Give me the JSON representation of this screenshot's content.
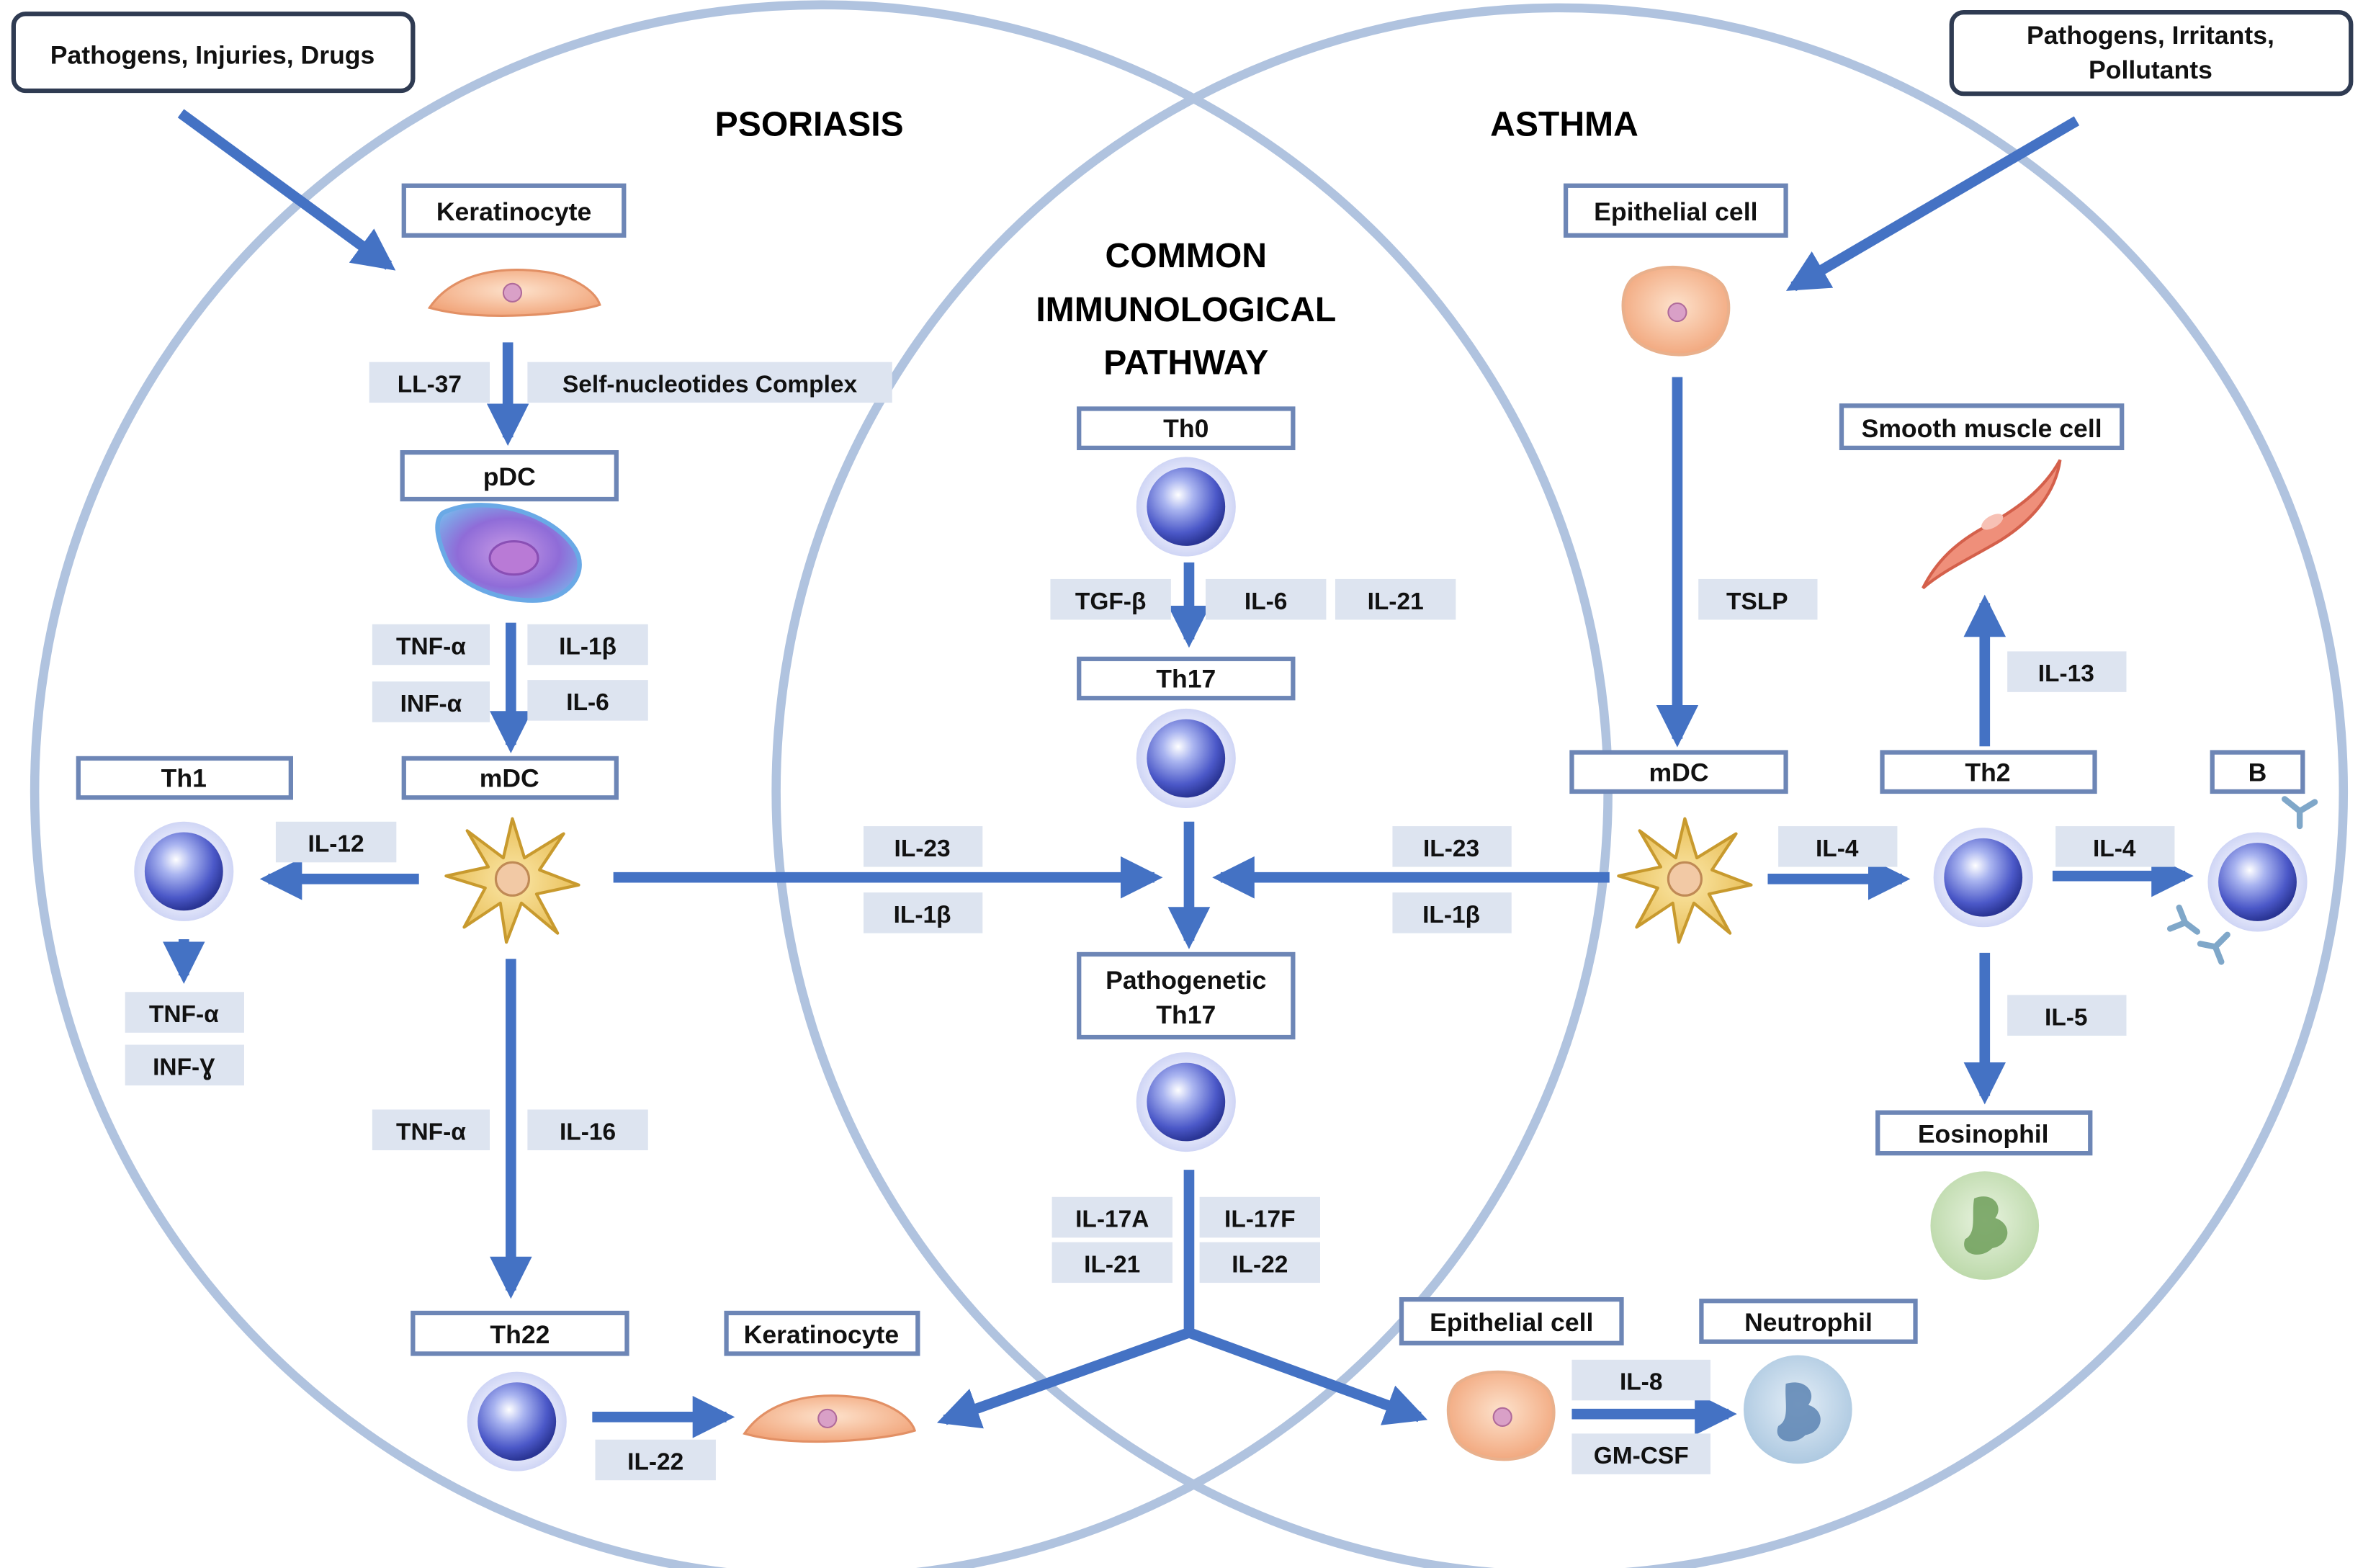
{
  "sources": {
    "left": "Pathogens, Injuries, Drugs",
    "right_line1": "Pathogens, Irritants,",
    "right_line2": "Pollutants"
  },
  "titles": {
    "psoriasis": "PSORIASIS",
    "asthma": "ASTHMA",
    "common_line1": "COMMON",
    "common_line2": "IMMUNOLOGICAL",
    "common_line3": "PATHWAY"
  },
  "psoriasis": {
    "keratinocyte_top": "Keratinocyte",
    "ll37": "LL-37",
    "self_nucleotides": "Self-nucleotides Complex",
    "pdc": "pDC",
    "tnf_a_1": "TNF-α",
    "il1b_1": "IL-1β",
    "inf_a": "INF-α",
    "il6_1": "IL-6",
    "mdc": "mDC",
    "th1": "Th1",
    "il12": "IL-12",
    "tnf_a_2": "TNF-α",
    "inf_g": "INF-Ɣ",
    "tnf_a_3": "TNF-α",
    "il16": "IL-16",
    "th22": "Th22",
    "il22": "IL-22",
    "keratinocyte_bottom": "Keratinocyte"
  },
  "common": {
    "th0": "Th0",
    "tgfb": "TGF-β",
    "il6": "IL-6",
    "il21": "IL-21",
    "th17": "Th17",
    "il23_left": "IL-23",
    "il1b_left": "IL-1β",
    "il23_right": "IL-23",
    "il1b_right": "IL-1β",
    "pathogenetic_line1": "Pathogenetic",
    "pathogenetic_line2": "Th17",
    "il17a": "IL-17A",
    "il17f": "IL-17F",
    "il21_b": "IL-21",
    "il22_b": "IL-22"
  },
  "asthma": {
    "epithelial_top": "Epithelial cell",
    "smooth_muscle": "Smooth muscle cell",
    "tslp": "TSLP",
    "il13": "IL-13",
    "mdc": "mDC",
    "th2": "Th2",
    "b": "B",
    "il4_1": "IL-4",
    "il4_2": "IL-4",
    "il5": "IL-5",
    "eosinophil": "Eosinophil",
    "epithelial_bottom": "Epithelial cell",
    "neutrophil": "Neutrophil",
    "il8": "IL-8",
    "gmcsf": "GM-CSF"
  },
  "colors": {
    "arrow": "#4472c4",
    "ring": "#b0c3df",
    "cytokine_box": "#dde4f0",
    "cell_box_border": "#6d86b6"
  }
}
